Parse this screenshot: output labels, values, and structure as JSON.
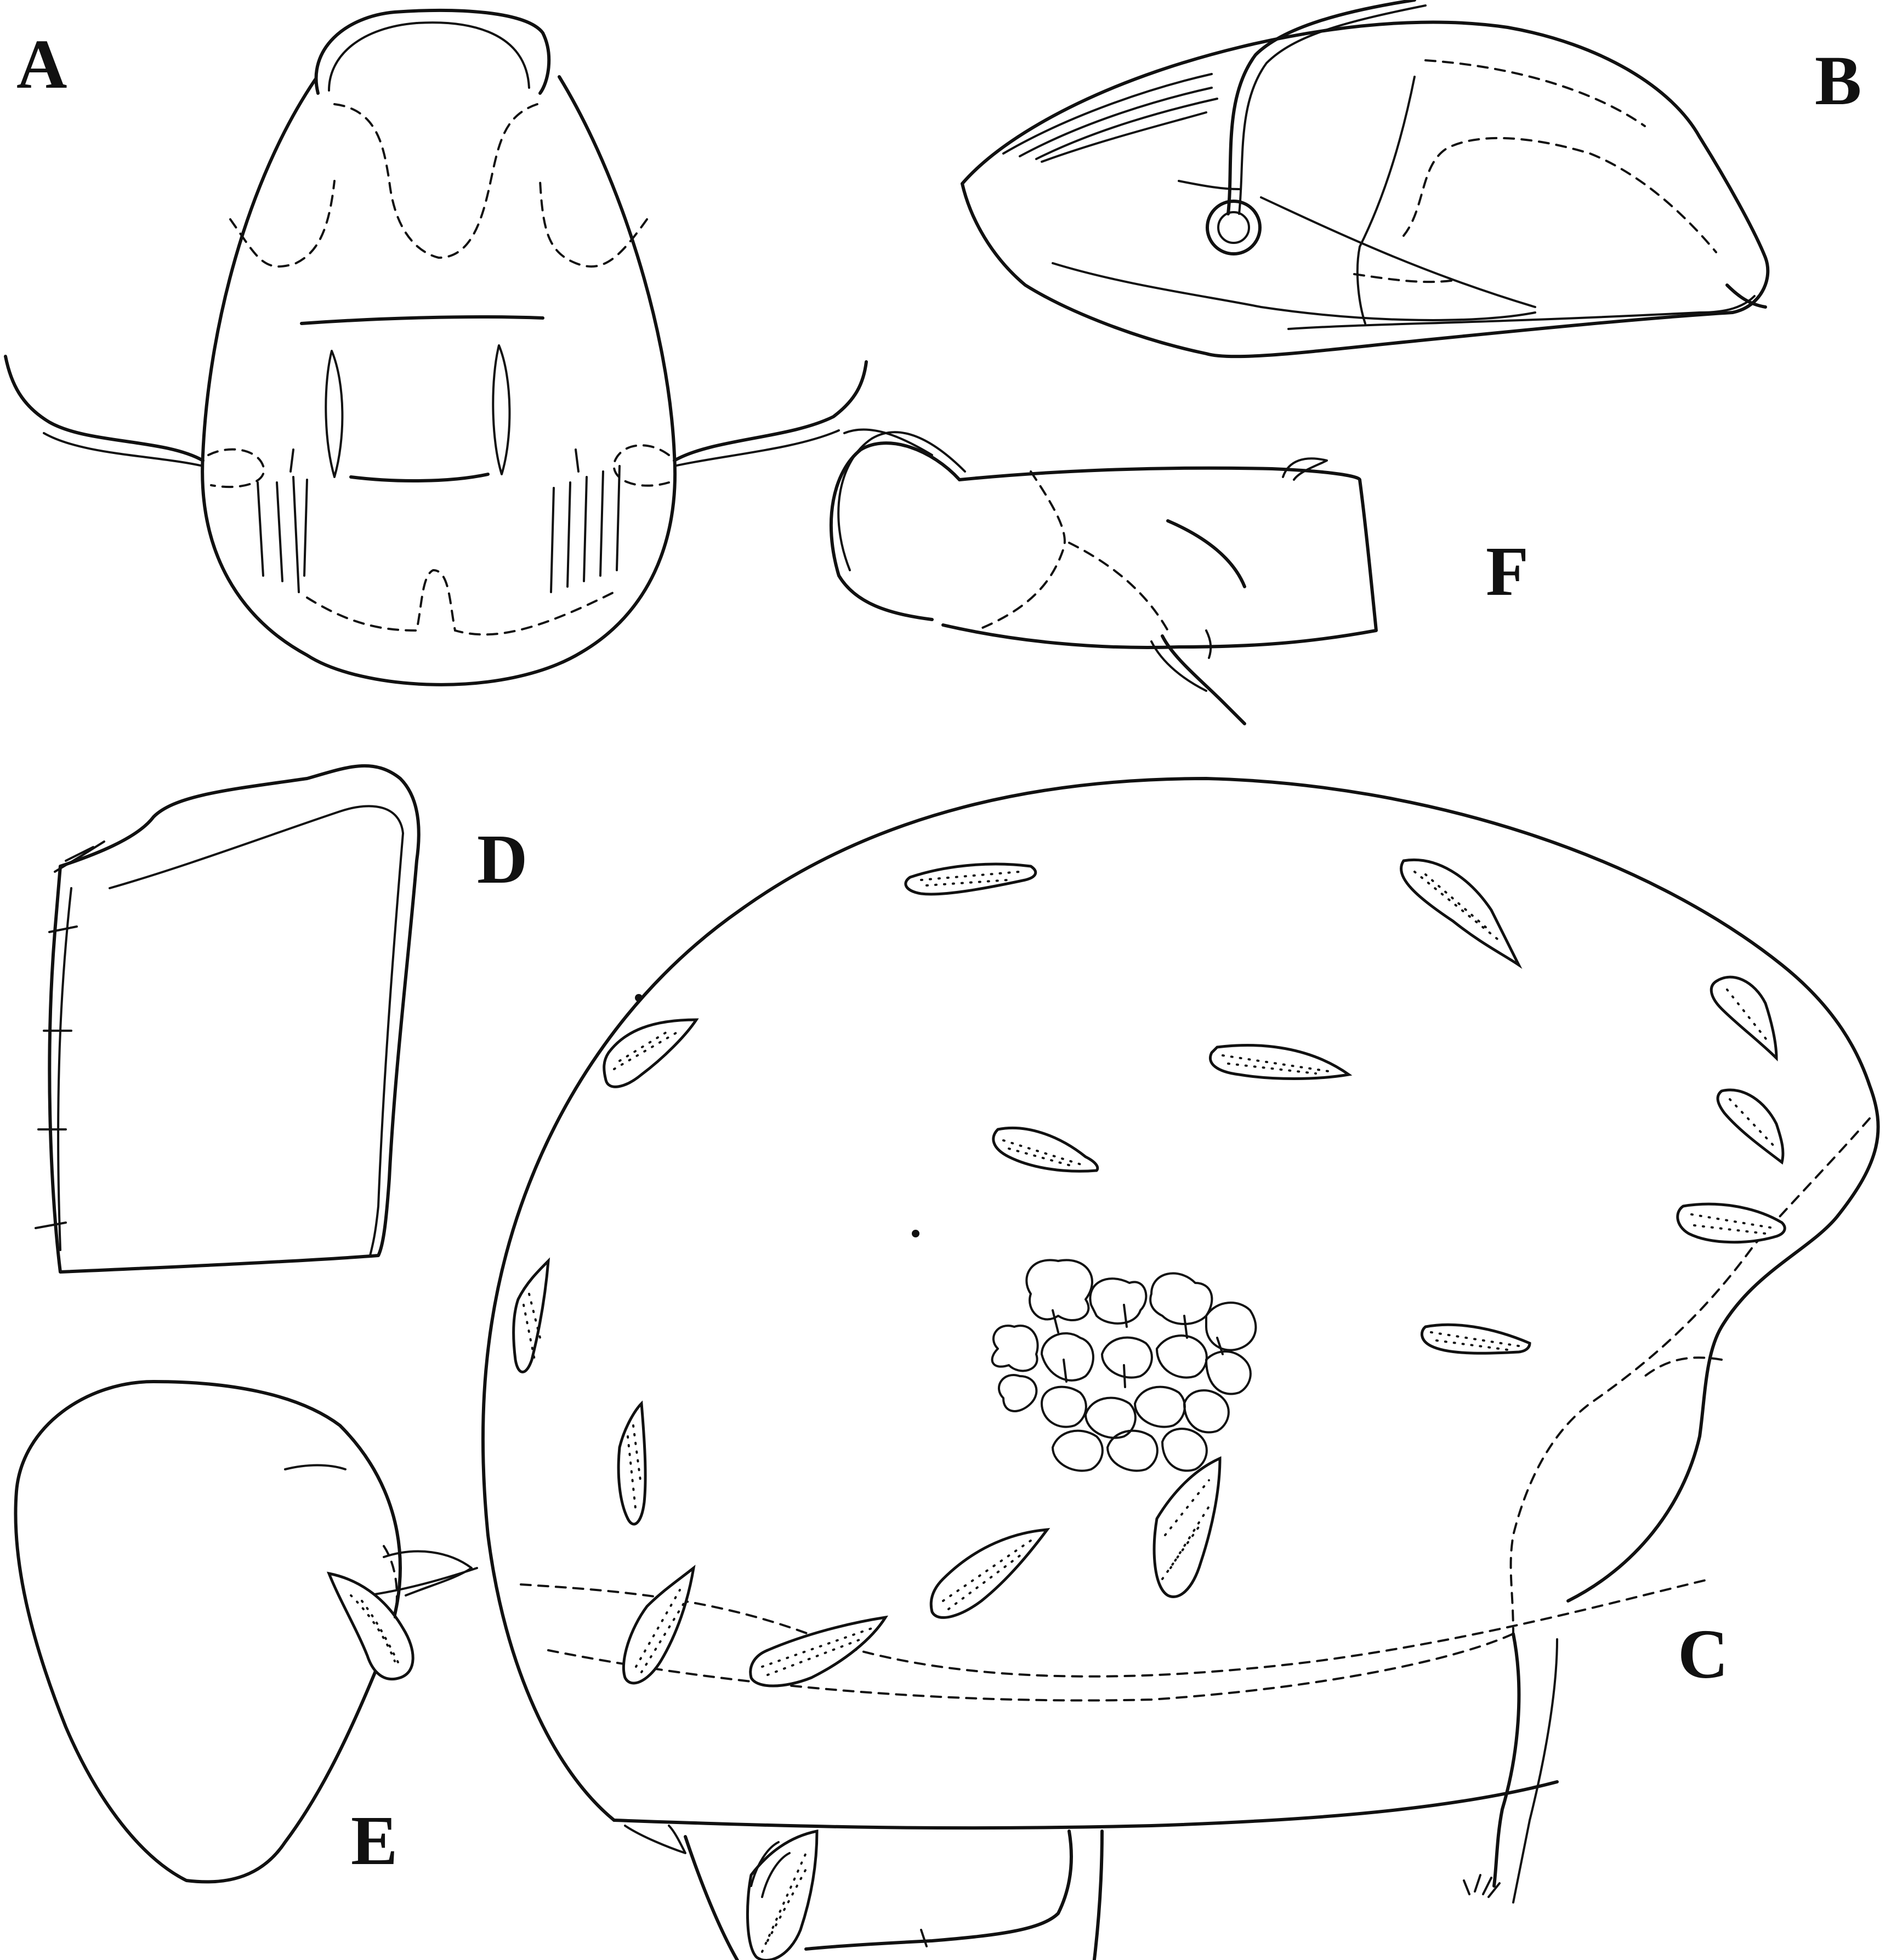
{
  "figure": {
    "panels": [
      {
        "id": "A",
        "label": "A"
      },
      {
        "id": "B",
        "label": "B"
      },
      {
        "id": "C",
        "label": "C"
      },
      {
        "id": "D",
        "label": "D"
      },
      {
        "id": "E",
        "label": "E"
      },
      {
        "id": "F",
        "label": "F"
      }
    ]
  },
  "colors": {
    "ink": "#111111",
    "paper": "#ffffff"
  }
}
